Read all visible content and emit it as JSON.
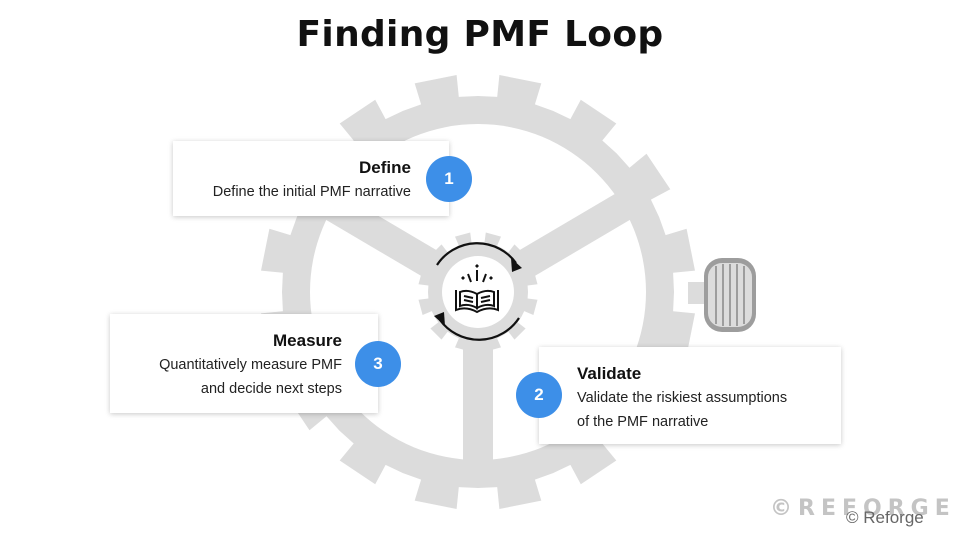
{
  "title": "Finding PMF Loop",
  "steps": [
    {
      "number": "1",
      "heading": "Define",
      "description": [
        "Define the initial PMF narrative"
      ]
    },
    {
      "number": "2",
      "heading": "Validate",
      "description": [
        "Validate the riskiest assumptions",
        "of the PMF narrative"
      ]
    },
    {
      "number": "3",
      "heading": "Measure",
      "description": [
        "Quantitatively measure PMF",
        "and decide next steps"
      ]
    }
  ],
  "watermark": "©REFORGE",
  "copyright": "© Reforge",
  "colors": {
    "gear": "#dcdcdc",
    "badge": "#3d8fe8",
    "text": "#111111"
  },
  "icons": [
    "gear-wheel-icon",
    "open-book-icon",
    "cycle-arrows-icon",
    "knob-icon"
  ]
}
